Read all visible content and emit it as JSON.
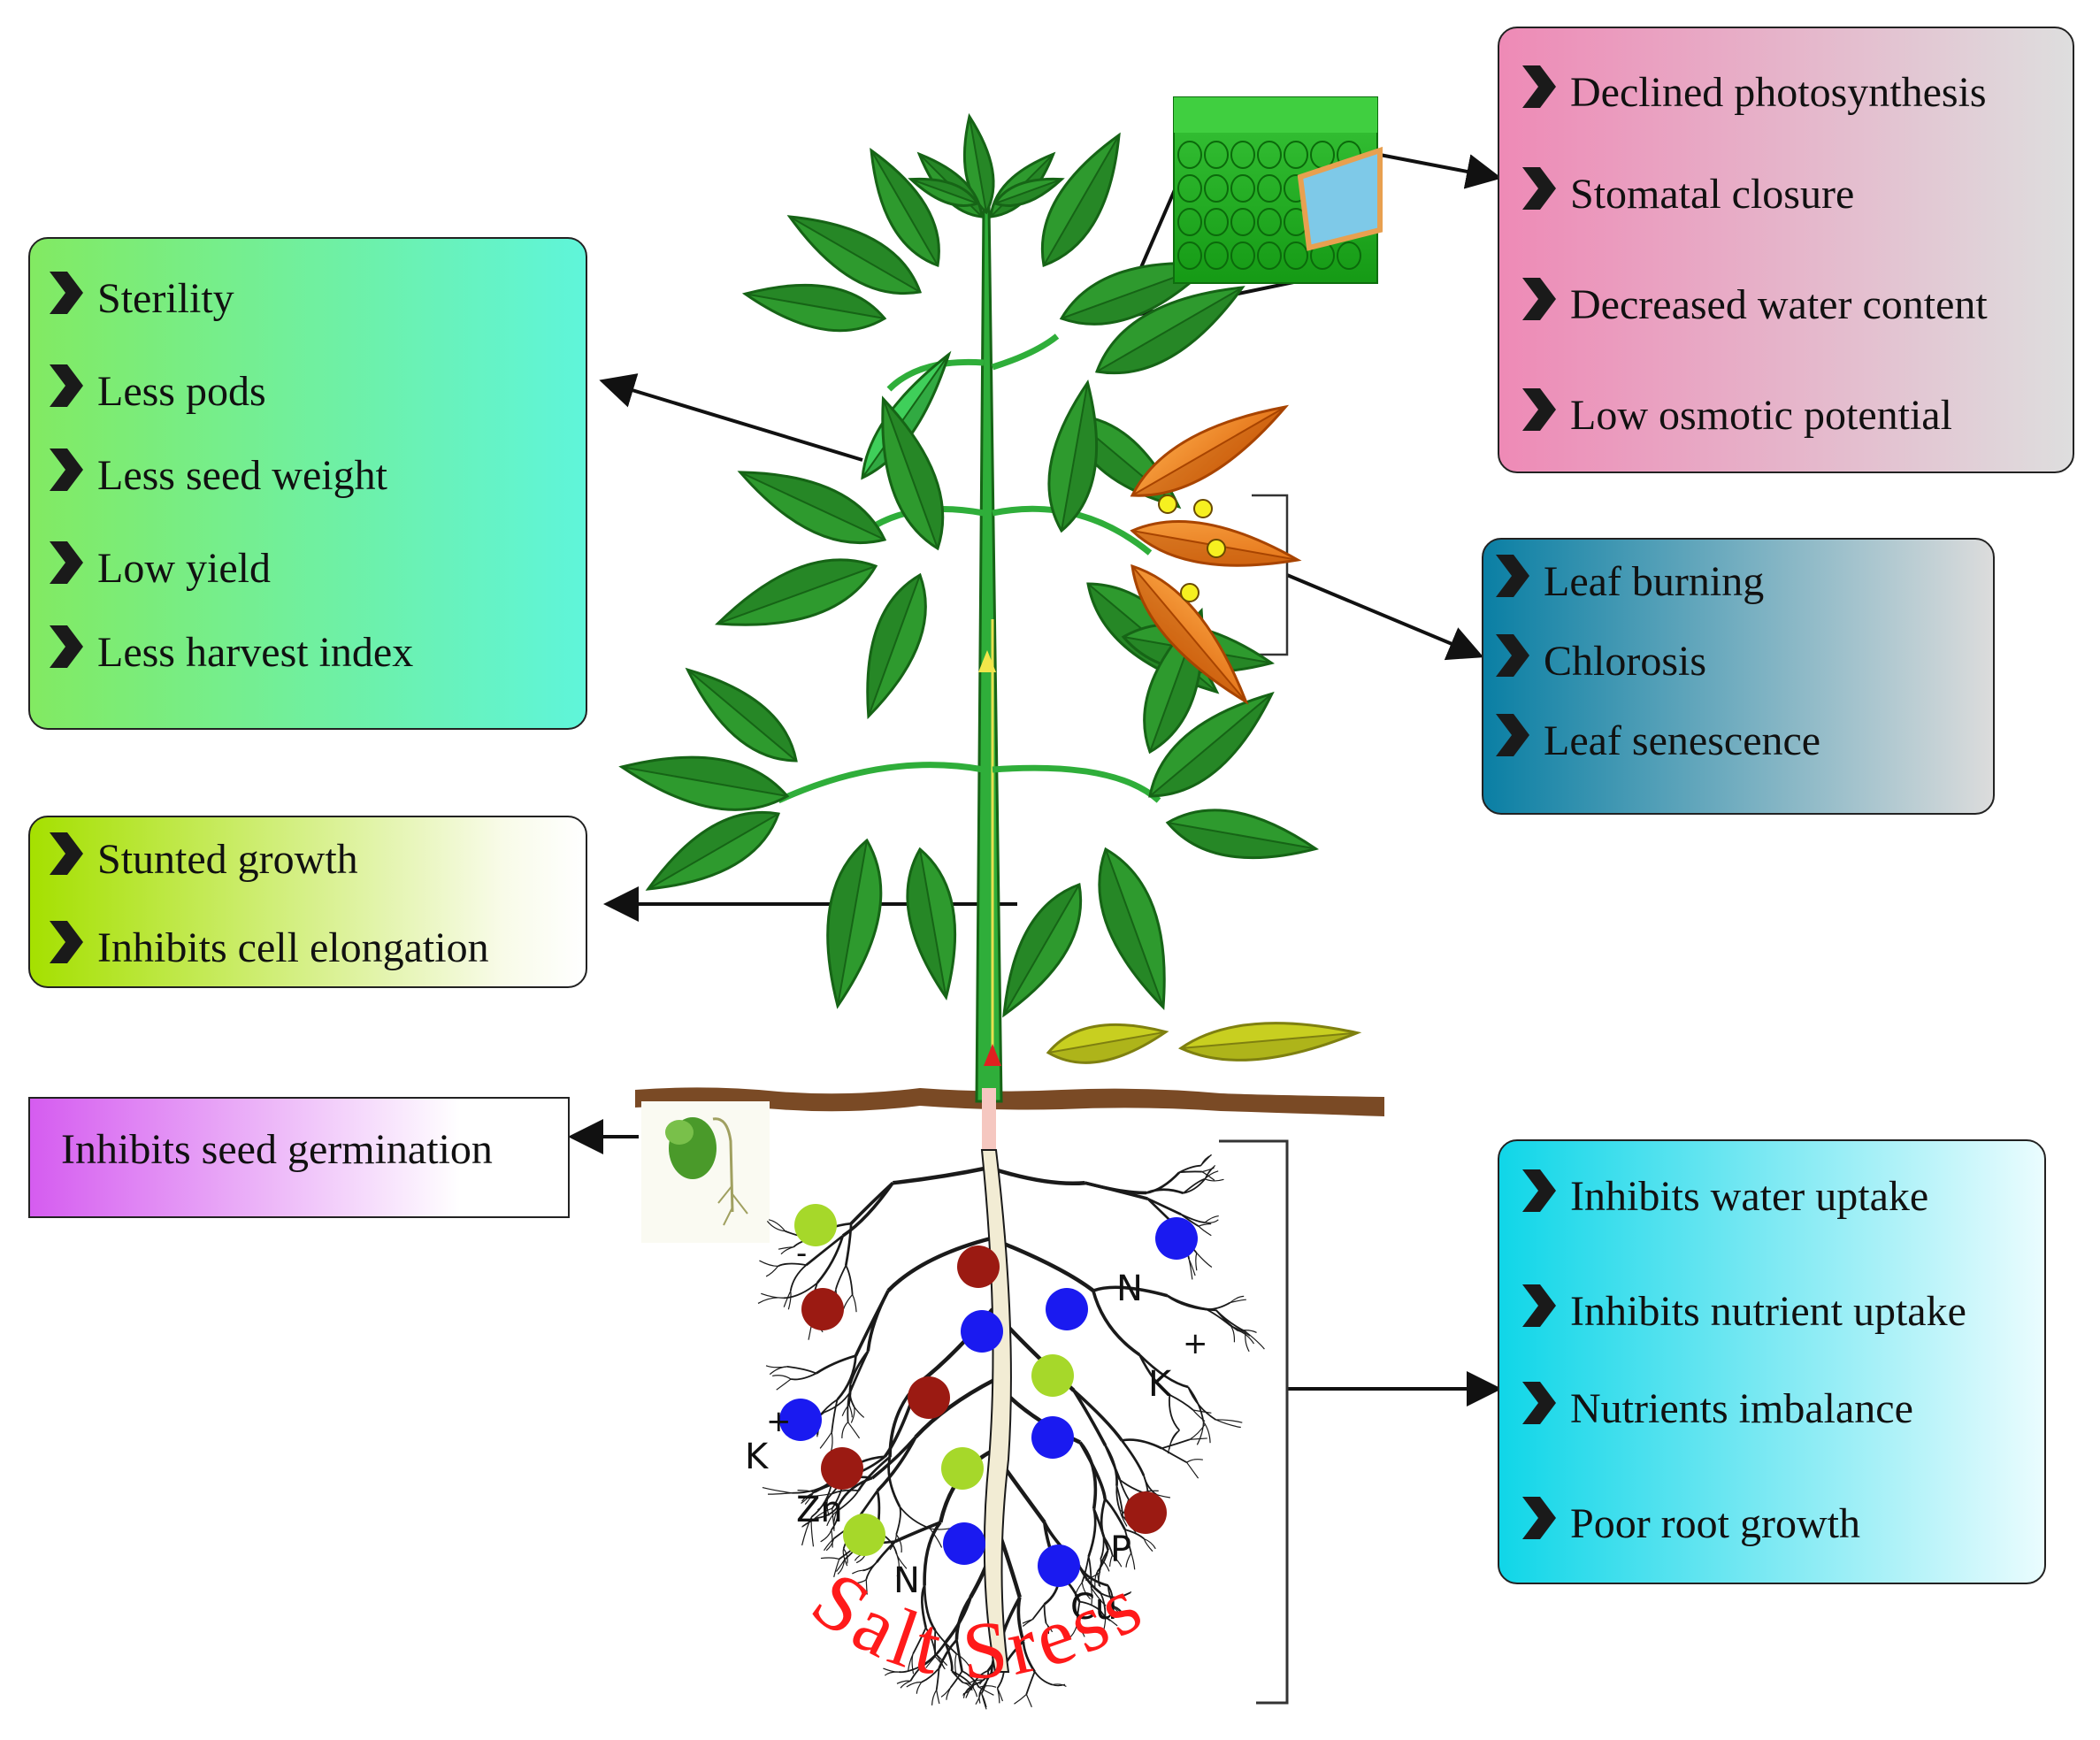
{
  "reproductive_effects": {
    "items": [
      "Sterility",
      "Less pods",
      "Less seed weight",
      "Low yield",
      "Less harvest index"
    ]
  },
  "stem_effects": {
    "items": [
      "Stunted growth",
      "Inhibits cell elongation"
    ]
  },
  "germination_effects": {
    "items": [
      "Inhibits seed germination"
    ]
  },
  "leaf_tissue_effects": {
    "items": [
      "Declined photosynthesis",
      "Stomatal closure",
      "Decreased water content",
      "Low osmotic potential"
    ]
  },
  "leaf_damage_effects": {
    "items": [
      "Leaf burning",
      "Chlorosis",
      "Leaf senescence"
    ]
  },
  "root_effects": {
    "items": [
      "Inhibits water uptake",
      "Inhibits nutrient uptake",
      "Nutrients imbalance",
      "Poor root growth"
    ]
  },
  "soil_ions": {
    "labels": [
      "N",
      "K",
      "K",
      "Zn",
      "N",
      "Cu",
      "P"
    ],
    "charges": [
      "+",
      "+",
      "-"
    ]
  },
  "stress_title": "Salt Sress",
  "colors": {
    "leaf": "#2e9a2e",
    "leaf_dark": "#166416",
    "stem": "#2fae3a",
    "soil": "#7a4a25",
    "ion_red": "#9b1a12",
    "ion_blue": "#1a1af0",
    "ion_lime": "#a6d82a",
    "stress_text": "#ff1a1a"
  }
}
